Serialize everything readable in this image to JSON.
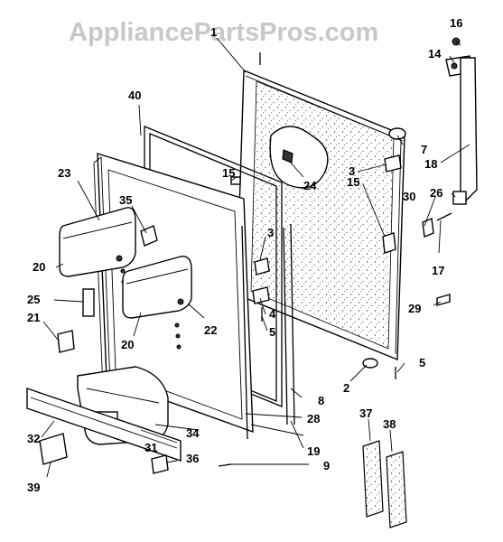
{
  "watermark": "AppliancePartsPros.com",
  "callouts": [
    {
      "id": "c1",
      "text": "1"
    },
    {
      "id": "c2",
      "text": "2"
    },
    {
      "id": "c3a",
      "text": "3"
    },
    {
      "id": "c3b",
      "text": "3"
    },
    {
      "id": "c4",
      "text": "4"
    },
    {
      "id": "c5a",
      "text": "5"
    },
    {
      "id": "c5b",
      "text": "5"
    },
    {
      "id": "c7",
      "text": "7"
    },
    {
      "id": "c8",
      "text": "8"
    },
    {
      "id": "c9",
      "text": "9"
    },
    {
      "id": "c14",
      "text": "14"
    },
    {
      "id": "c15a",
      "text": "15"
    },
    {
      "id": "c15b",
      "text": "15"
    },
    {
      "id": "c16",
      "text": "16"
    },
    {
      "id": "c17",
      "text": "17"
    },
    {
      "id": "c18",
      "text": "18"
    },
    {
      "id": "c19",
      "text": "19"
    },
    {
      "id": "c20a",
      "text": "20"
    },
    {
      "id": "c20b",
      "text": "20"
    },
    {
      "id": "c21",
      "text": "21"
    },
    {
      "id": "c22",
      "text": "22"
    },
    {
      "id": "c23",
      "text": "23"
    },
    {
      "id": "c24",
      "text": "24"
    },
    {
      "id": "c25",
      "text": "25"
    },
    {
      "id": "c26",
      "text": "26"
    },
    {
      "id": "c28",
      "text": "28"
    },
    {
      "id": "c29",
      "text": "29"
    },
    {
      "id": "c30",
      "text": "30"
    },
    {
      "id": "c31",
      "text": "31"
    },
    {
      "id": "c32",
      "text": "32"
    },
    {
      "id": "c34",
      "text": "34"
    },
    {
      "id": "c35",
      "text": "35"
    },
    {
      "id": "c36",
      "text": "36"
    },
    {
      "id": "c37",
      "text": "37"
    },
    {
      "id": "c38",
      "text": "38"
    },
    {
      "id": "c39",
      "text": "39"
    },
    {
      "id": "c40",
      "text": "40"
    }
  ]
}
